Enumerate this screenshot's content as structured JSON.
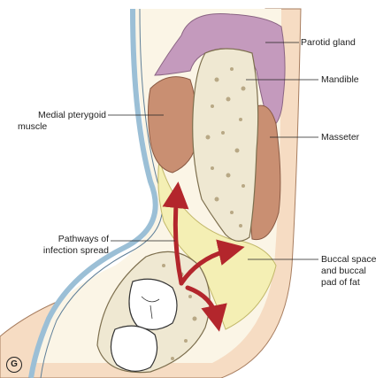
{
  "labels": {
    "parotid": "Parotid gland",
    "mandible": "Mandible",
    "medial_pterygoid_line1": "Medial pterygoid",
    "medial_pterygoid_line2": "muscle",
    "masseter": "Masseter",
    "pathways_line1": "Pathways of",
    "pathways_line2": "infection spread",
    "buccal_line1": "Buccal space",
    "buccal_line2": "and buccal",
    "buccal_line3": "pad of fat"
  },
  "panel_letter": "G",
  "colors": {
    "muscle": "#c98f72",
    "gland": "#c49abd",
    "bone": "#efe8d2",
    "fat": "#f4efb4",
    "skin": "#f6dcc3",
    "mucosa": "#9bbfd6",
    "arrow": "#b3262c"
  }
}
